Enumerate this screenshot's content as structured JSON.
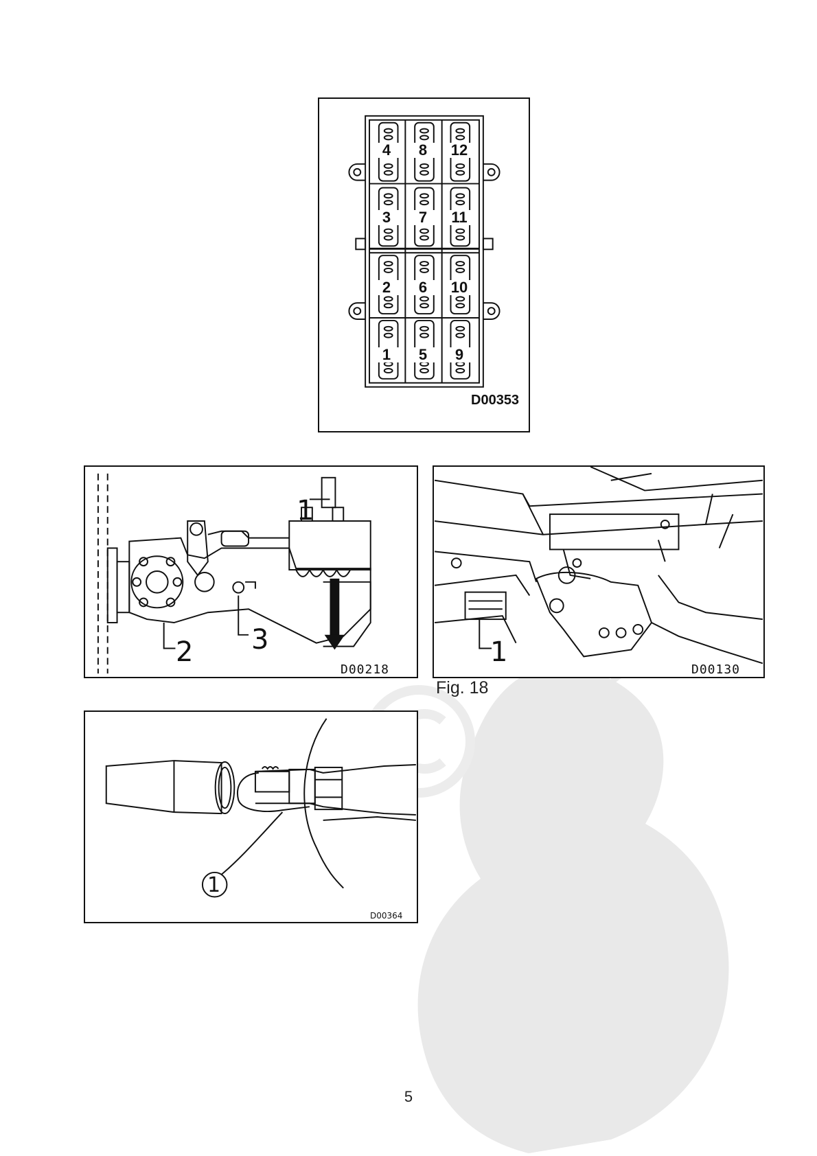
{
  "figures": {
    "fuse_box": {
      "code": "D00353",
      "fuse_numbers": [
        "4",
        "8",
        "12",
        "3",
        "7",
        "11",
        "2",
        "6",
        "10",
        "1",
        "5",
        "9"
      ]
    },
    "gearbox": {
      "code": "D00218",
      "callouts": [
        "1",
        "2",
        "3"
      ]
    },
    "nameplate": {
      "code": "D00130",
      "callout": "1"
    },
    "connector": {
      "code": "D00364",
      "callout": "1"
    }
  },
  "caption": "Fig. 18",
  "page_number": "5"
}
